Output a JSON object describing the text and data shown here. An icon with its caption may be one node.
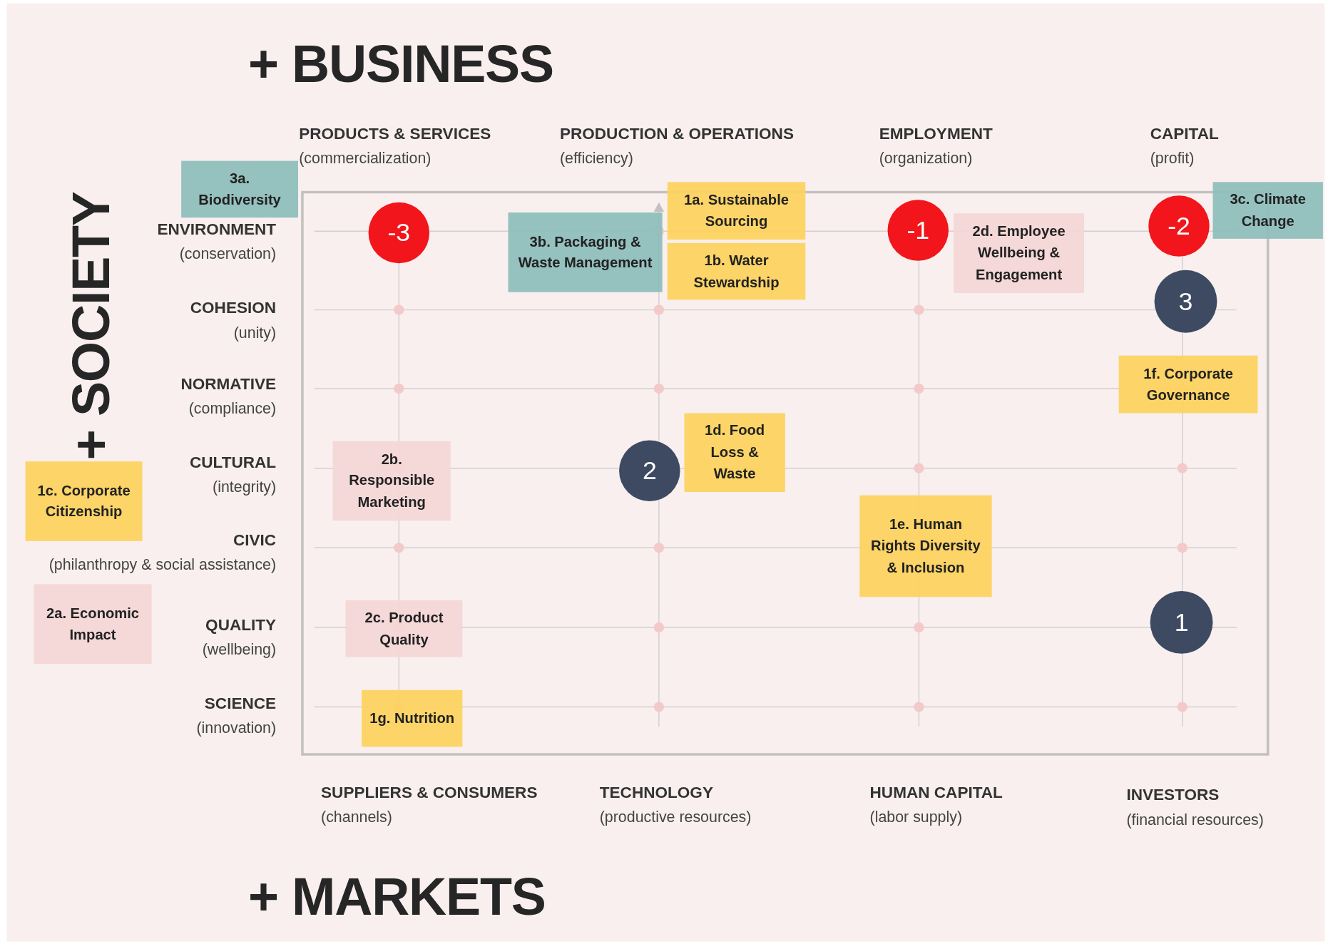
{
  "diagram": {
    "nodes": [
      {
        "text": [
          "1a. Sustainable Sourcing"
        ]
      },
      {
        "text": [
          "3a. Biodiversity"
        ]
      },
      {
        "text": [
          "-3"
        ]
      },
      {
        "text": [
          "3b. Packaging & Waste Management"
        ]
      },
      {
        "text": [
          "-1"
        ]
      },
      {
        "text": [
          "2d. Employee Wellbeing & Engagement"
        ]
      },
      {
        "text": [
          "3c. Climate Change"
        ]
      },
      {
        "text": [
          "-2"
        ]
      },
      {
        "text": [
          "1b. Water Stewardship"
        ]
      },
      {
        "text": [
          "3"
        ]
      },
      {
        "text": [
          "1f. Corporate Governance"
        ]
      },
      {
        "text": [
          "1d. Food Loss & Waste"
        ]
      },
      {
        "text": [
          "2b. Responsible Marketing"
        ]
      },
      {
        "text": [
          "2"
        ]
      },
      {
        "text": [
          "1c. Corporate Citizenship"
        ]
      },
      {
        "text": [
          "1e. Human Rights Diversity & Inclusion"
        ]
      },
      {
        "text": [
          "2a. Economic Impact"
        ]
      },
      {
        "text": [
          "2c. Product Quality"
        ]
      },
      {
        "text": [
          "1"
        ]
      },
      {
        "text": [
          "1g. Nutrition"
        ]
      }
    ],
    "labels": [
      "+ BUSINESS",
      "+ SOCIETY",
      "PRODUCTS & SERVICES",
      "(commercialization)",
      "PRODUCTION & OPERATIONS",
      "(efficiency)",
      "EMPLOYMENT",
      "(organization)",
      "CAPITAL",
      "(profit)",
      "ENVIRONMENT",
      "(conservation)",
      "COHESION",
      "(unity)",
      "NORMATIVE",
      "(compliance)",
      "CULTURAL",
      "(integrity)",
      "CIVIC",
      "(philanthropy & social assistance)",
      "QUALITY",
      "(wellbeing)",
      "SCIENCE",
      "(innovation)",
      "SUPPLIERS & CONSUMERS",
      "(channels)",
      "TECHNOLOGY",
      "(productive resources)",
      "HUMAN CAPITAL",
      "(labor supply)",
      "INVESTORS",
      "(financial resources)",
      "+ MARKETS"
    ]
  }
}
